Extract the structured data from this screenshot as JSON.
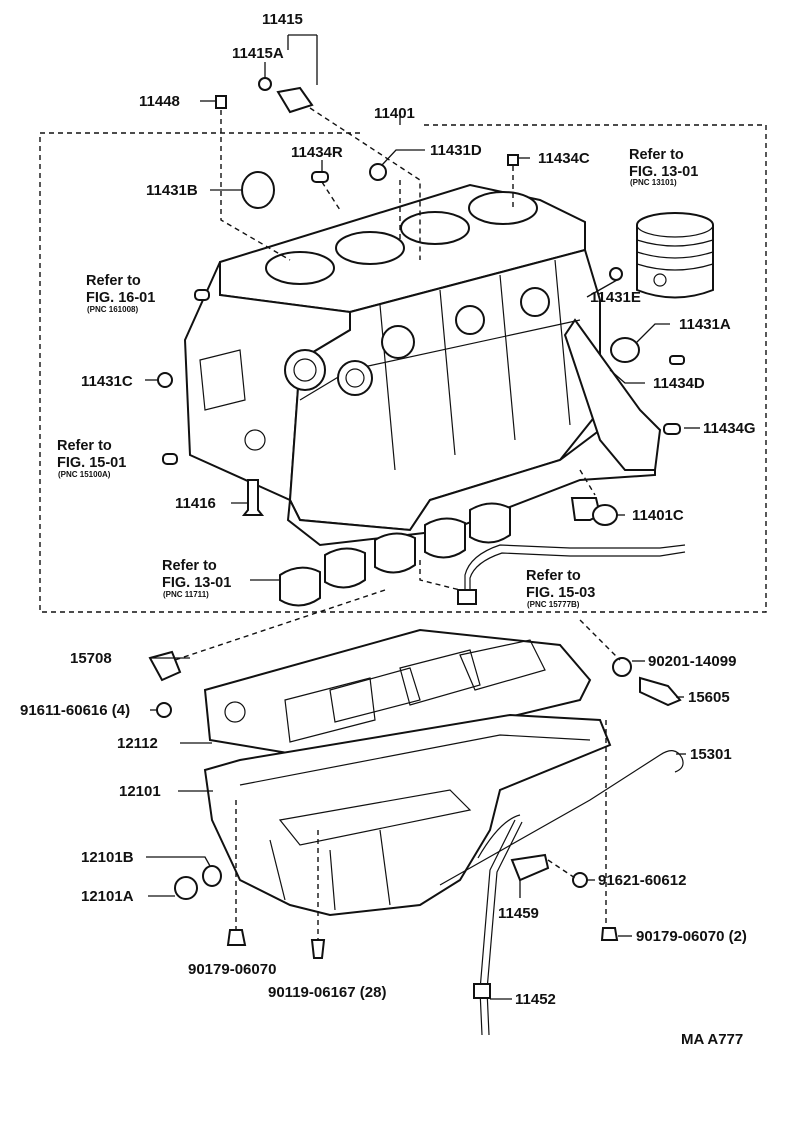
{
  "labels": {
    "p11415": "11415",
    "p11415A": "11415A",
    "p11448": "11448",
    "p11401": "11401",
    "p11434R": "11434R",
    "p11431D": "11431D",
    "p11434C": "11434C",
    "p11431B": "11431B",
    "p11431E": "11431E",
    "p11431A": "11431A",
    "p11431C": "11431C",
    "p11434D": "11434D",
    "p11434G": "11434G",
    "p11416": "11416",
    "p11401C": "11401C",
    "p15708": "15708",
    "p90201": "90201-14099",
    "p91611": "91611-60616 (4)",
    "p15605": "15605",
    "p12112": "12112",
    "p15301": "15301",
    "p12101": "12101",
    "p12101B": "12101B",
    "p12101A": "12101A",
    "p91621": "91621-60612",
    "p11459": "11459",
    "p90179b": "90179-06070 (2)",
    "p90179a": "90179-06070",
    "p90119": "90119-06167 (28)",
    "p11452": "11452",
    "code": "MA A777"
  },
  "refs": {
    "piston": {
      "refer": "Refer to",
      "fig": "FIG. 13-01",
      "pnc": "(PNC 13101)"
    },
    "fig16": {
      "refer": "Refer to",
      "fig": "FIG. 16-01",
      "pnc": "(PNC 161008)"
    },
    "fig15a": {
      "refer": "Refer to",
      "fig": "FIG. 15-01",
      "pnc": "(PNC 15100A)"
    },
    "bearing": {
      "refer": "Refer to",
      "fig": "FIG. 13-01",
      "pnc": "(PNC 11711)"
    },
    "fig1503": {
      "refer": "Refer to",
      "fig": "FIG. 15-03",
      "pnc": "(PNC 15777B)"
    }
  }
}
